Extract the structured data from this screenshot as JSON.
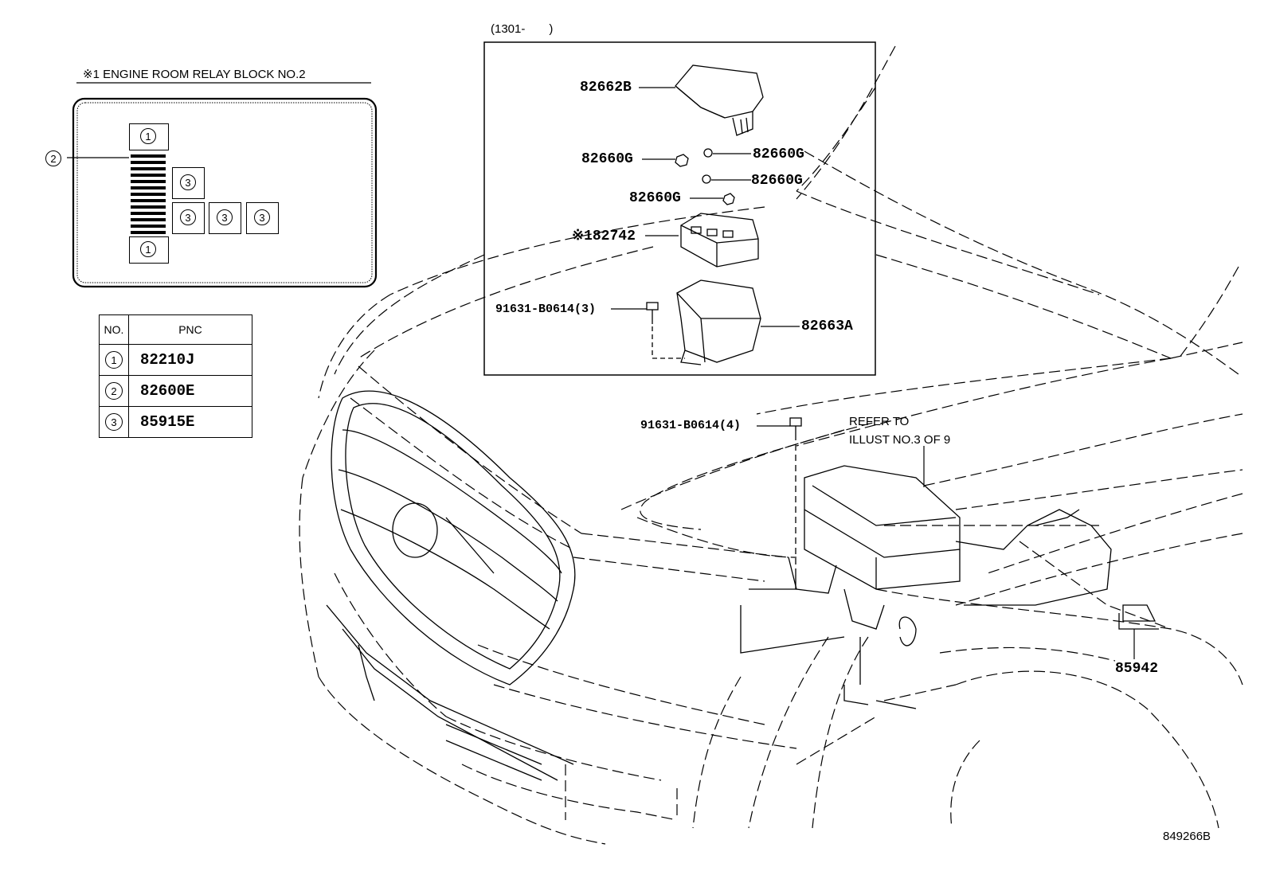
{
  "relay_block": {
    "title": "※1 ENGINE ROOM RELAY BLOCK NO.2",
    "callout_2": "2",
    "items_1_top": "1",
    "items_1_bottom": "1",
    "items_3": [
      "3",
      "3",
      "3",
      "3"
    ]
  },
  "pnc_table": {
    "headers": [
      "NO.",
      "PNC"
    ],
    "rows": [
      {
        "no": "1",
        "pnc": "82210J"
      },
      {
        "no": "2",
        "pnc": "82600E"
      },
      {
        "no": "3",
        "pnc": "85915E"
      }
    ]
  },
  "inset": {
    "date_range": "(1301-　　)",
    "labels": {
      "cover": "82662B",
      "nut_left": "82660G",
      "nut_right_1": "82660G",
      "nut_right_2": "82660G",
      "nut_center": "82660G",
      "block": "※182742",
      "bolt": "91631-B0614(3)",
      "bracket": "82663A"
    }
  },
  "main": {
    "bolt_label": "91631-B0614(4)",
    "refer_line1": "REFER TO",
    "refer_line2": "ILLUST NO.3 OF 9",
    "sensor_label": "85942",
    "drawing_id": "849266B"
  }
}
